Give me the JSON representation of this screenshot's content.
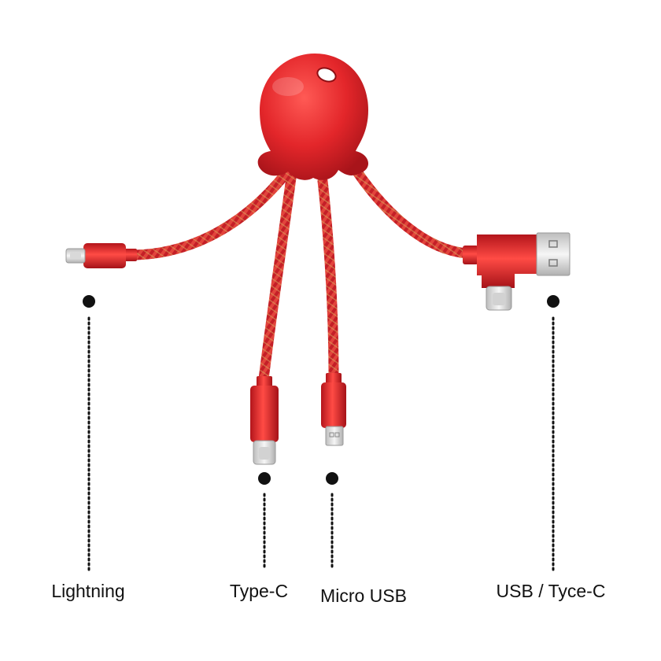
{
  "product": {
    "body_color": "#e3262a",
    "braid_color": "#c8202a",
    "connector_metal": "#e8e8e8"
  },
  "connectors": [
    {
      "id": "lightning",
      "label": "Lightning"
    },
    {
      "id": "type-c",
      "label": "Type-C"
    },
    {
      "id": "micro-usb",
      "label": "Micro USB"
    },
    {
      "id": "usb-type-c",
      "label": "USB / Tyce-C"
    }
  ],
  "leader": {
    "color": "#111111"
  }
}
